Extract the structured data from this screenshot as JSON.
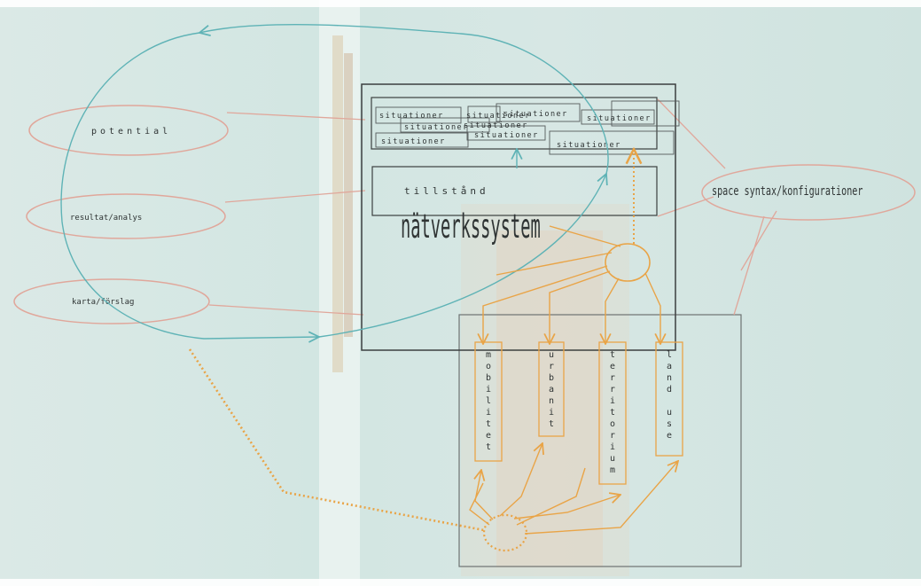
{
  "ovals": {
    "potential": "potential",
    "resultat": "resultat/analys",
    "karta": "karta/förslag",
    "space_syntax": "space syntax/konfigurationer"
  },
  "situationer": {
    "s1": "situationer",
    "s2": "situationer",
    "s3": "situationer",
    "s4": "situationer",
    "s5": "situationer",
    "s6": "situationer",
    "s7": "situationer",
    "s8": "situationer",
    "s9": "situationer"
  },
  "tillstand": "tillstånd",
  "natverkssystem": "nätverkssystem",
  "columns": {
    "mobilitet": [
      "m",
      "o",
      "b",
      "i",
      "l",
      "i",
      "t",
      "e",
      "t"
    ],
    "urbanit": [
      "u",
      "r",
      "b",
      "a",
      "n",
      "i",
      "t"
    ],
    "territorium": [
      "t",
      "e",
      "r",
      "r",
      "i",
      "t",
      "o",
      "r",
      "i",
      "u",
      "m"
    ],
    "land": [
      "l",
      "a",
      "n",
      "d"
    ],
    "use": [
      "u",
      "s",
      "e"
    ]
  },
  "colors": {
    "background": "#d4e6e3",
    "oval_stroke": "#e0a79b",
    "teal_line": "#5fb3b6",
    "orange_line": "#e9a447",
    "box_stroke": "#3b3f3f",
    "text": "#2f3434"
  }
}
